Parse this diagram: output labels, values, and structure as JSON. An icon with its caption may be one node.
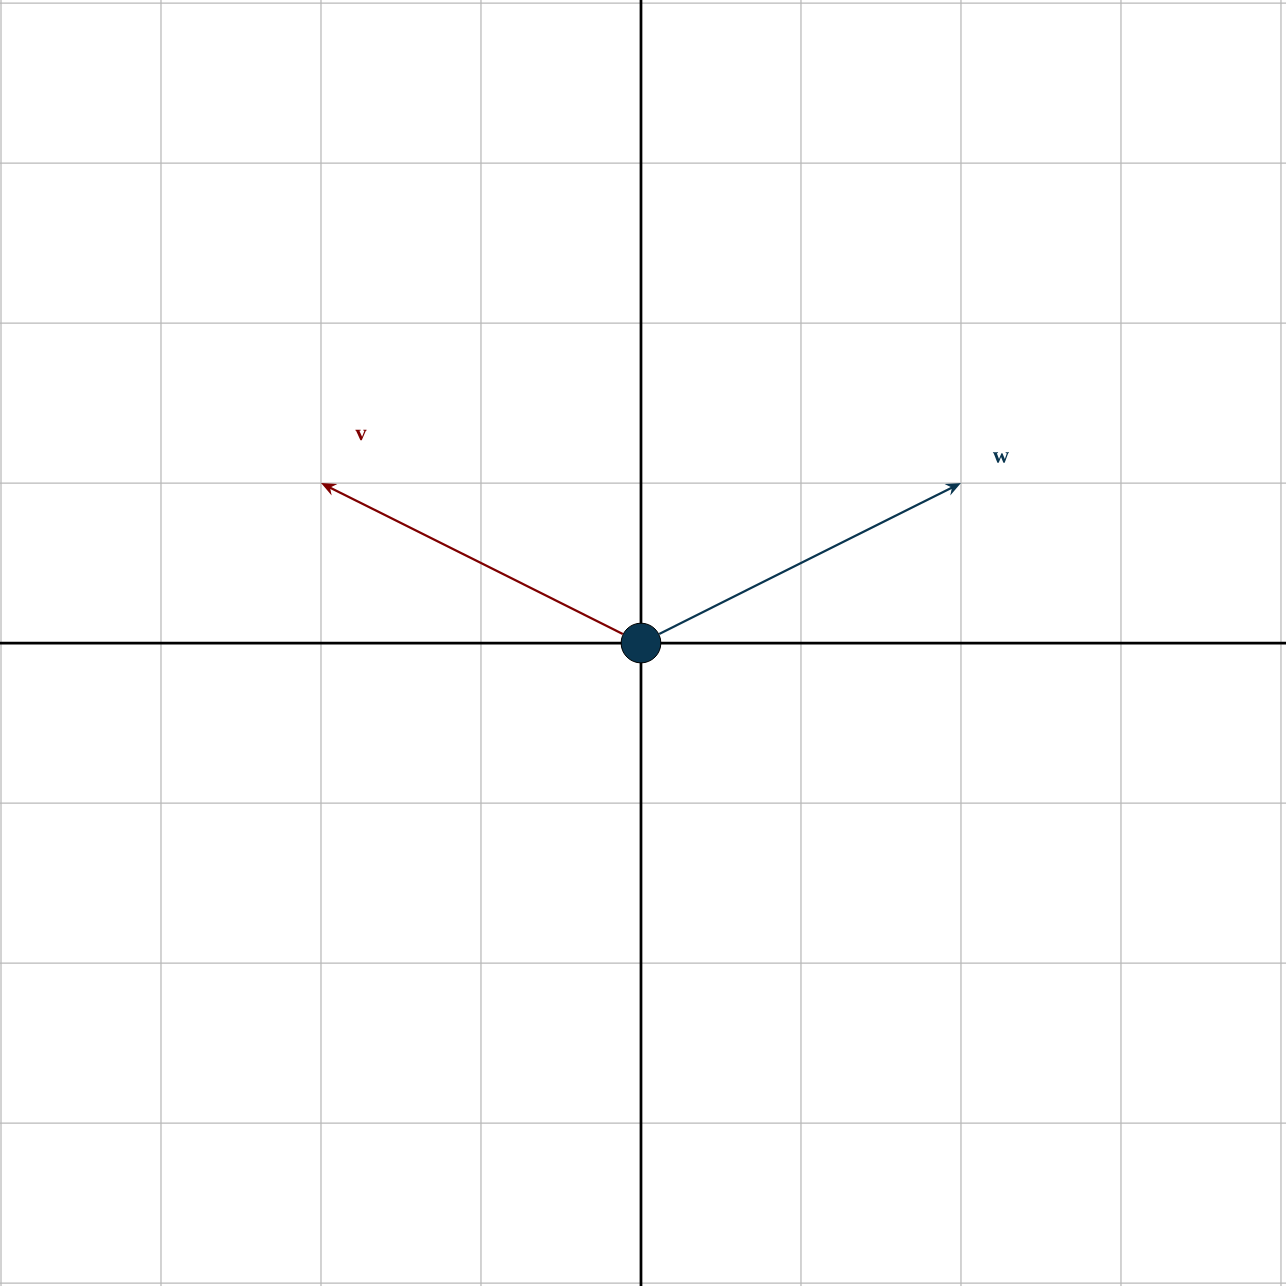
{
  "diagram": {
    "nodes": [
      {
        "text": [],
        "shape": "circle"
      },
      {
        "text": [
          "v"
        ]
      },
      {
        "text": [
          "w"
        ]
      }
    ],
    "edges": [
      {
        "from": 0,
        "to": 1,
        "arrow": "to",
        "color": "#7f0000"
      },
      {
        "from": 0,
        "to": 2,
        "arrow": "to",
        "color": "#0a3650"
      }
    ]
  }
}
